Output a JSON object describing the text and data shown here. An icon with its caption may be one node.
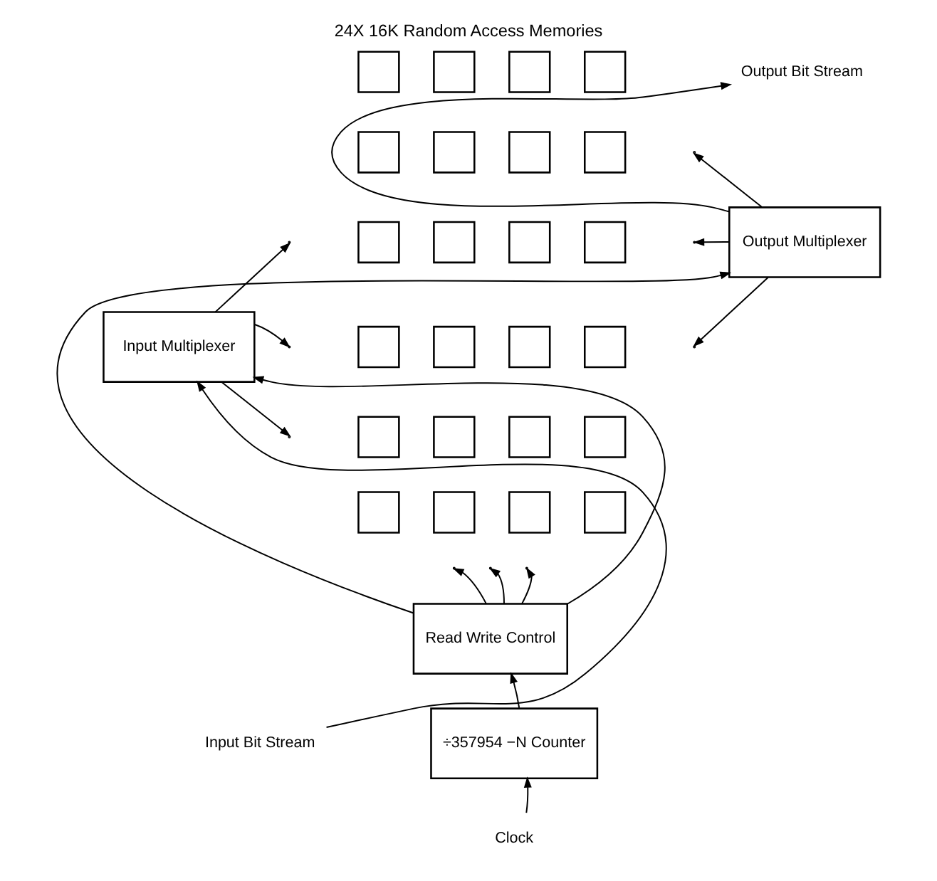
{
  "diagram": {
    "title": "24X 16K Random Access Memories",
    "nodes": [
      {
        "text": [],
        "shape": "box"
      },
      {
        "text": [],
        "shape": "box"
      },
      {
        "text": [],
        "shape": "box"
      },
      {
        "text": [],
        "shape": "box"
      },
      {
        "text": [],
        "shape": "box"
      },
      {
        "text": [],
        "shape": "box"
      },
      {
        "text": [],
        "shape": "box"
      },
      {
        "text": [],
        "shape": "box"
      },
      {
        "text": [],
        "shape": "box"
      },
      {
        "text": [],
        "shape": "box"
      },
      {
        "text": [],
        "shape": "box"
      },
      {
        "text": [],
        "shape": "box"
      },
      {
        "text": [],
        "shape": "box"
      },
      {
        "text": [],
        "shape": "box"
      },
      {
        "text": [],
        "shape": "box"
      },
      {
        "text": [],
        "shape": "box"
      },
      {
        "text": [],
        "shape": "box"
      },
      {
        "text": [],
        "shape": "box"
      },
      {
        "text": [],
        "shape": "box"
      },
      {
        "text": [],
        "shape": "box"
      },
      {
        "text": [],
        "shape": "box"
      },
      {
        "text": [],
        "shape": "box"
      },
      {
        "text": [],
        "shape": "box"
      },
      {
        "text": [],
        "shape": "box"
      },
      {
        "text": [
          "Output Bit Stream"
        ]
      },
      {
        "text": [
          "Output Multiplexer"
        ]
      },
      {
        "text": [
          "Input Multiplexer"
        ]
      },
      {
        "text": [
          "Read Write Control"
        ]
      },
      {
        "text": [
          "Input Bit Stream"
        ]
      },
      {
        "text": [
          "÷357954 −N Counter"
        ]
      },
      {
        "text": [
          "Clock"
        ]
      }
    ],
    "edges": [
      {
        "from": 28,
        "to": 26,
        "arrow": "to"
      },
      {
        "from": 27,
        "to": 26,
        "arrow": "to"
      },
      {
        "from": 27,
        "to": 25,
        "arrow": "to"
      },
      {
        "from": 29,
        "to": 27,
        "arrow": "to"
      },
      {
        "from": 30,
        "to": 29,
        "arrow": "to"
      },
      {
        "from": 25,
        "to": 24,
        "arrow": "to"
      },
      {
        "from": 26,
        "to": null,
        "arrow": "to"
      },
      {
        "from": 26,
        "to": null,
        "arrow": "to"
      },
      {
        "from": 26,
        "to": null,
        "arrow": "to"
      },
      {
        "from": 25,
        "to": null,
        "arrow": "to"
      },
      {
        "from": 25,
        "to": null,
        "arrow": "to"
      },
      {
        "from": 25,
        "to": null,
        "arrow": "to"
      },
      {
        "from": 27,
        "to": null,
        "arrow": "to"
      },
      {
        "from": 27,
        "to": null,
        "arrow": "to"
      },
      {
        "from": 27,
        "to": null,
        "arrow": "to"
      }
    ]
  }
}
